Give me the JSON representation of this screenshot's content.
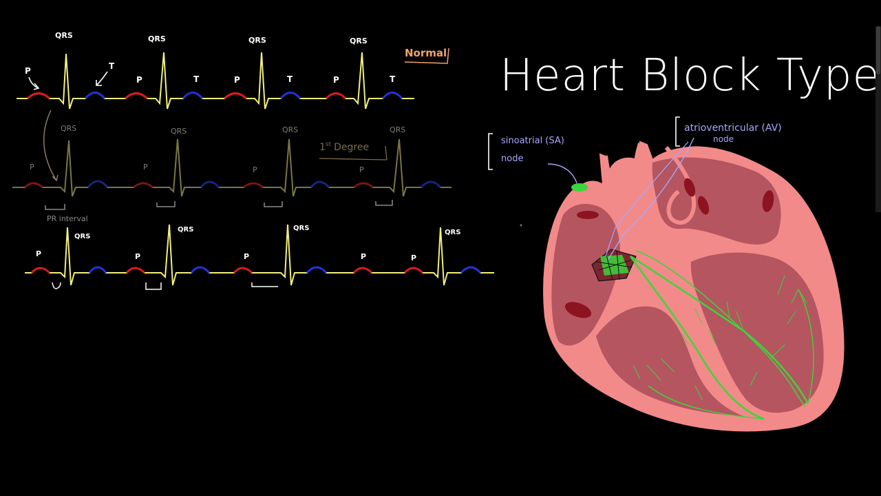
{
  "title": "Heart Block Types",
  "colors": {
    "background": "#000000",
    "baseline_normal": "#f3f07a",
    "baseline_first_degree": "#7a7744",
    "p_wave": "#d81c1c",
    "t_wave": "#1f35d6",
    "annotation_text": "#ffffff",
    "normal_label": "#f0a466",
    "first_degree_label": "#7c6a4b",
    "node_label": "#a7a8ff",
    "heart_outer": "#f28a8a",
    "heart_inner": "#b55560",
    "heart_dark": "#8c1320",
    "conduction": "#3bd63b"
  },
  "strip_normal": {
    "label": "Normal",
    "qrs_labels": [
      "QRS",
      "QRS",
      "QRS",
      "QRS"
    ],
    "p_labels": [
      "P",
      "P",
      "P",
      "P"
    ],
    "t_labels": [
      "T",
      "T",
      "T",
      "T"
    ]
  },
  "strip_first_degree": {
    "label_prefix": "1",
    "label_sup": "st",
    "label_suffix": "Degree",
    "qrs_labels": [
      "QRS",
      "QRS",
      "QRS",
      "QRS"
    ],
    "p_labels": [
      "P",
      "P",
      "P",
      "P"
    ],
    "pr_interval_label": "PR interval"
  },
  "strip_third": {
    "qrs_labels": [
      "QRS",
      "QRS",
      "QRS",
      "QRS"
    ],
    "p_labels": [
      "P",
      "P",
      "P",
      "P",
      "P"
    ]
  },
  "heart": {
    "sa_node_label_line1": "sinoatrial (SA)",
    "sa_node_label_line2": "node",
    "av_node_label_line1": "atrioventricular (AV)",
    "av_node_label_line2": "node"
  }
}
